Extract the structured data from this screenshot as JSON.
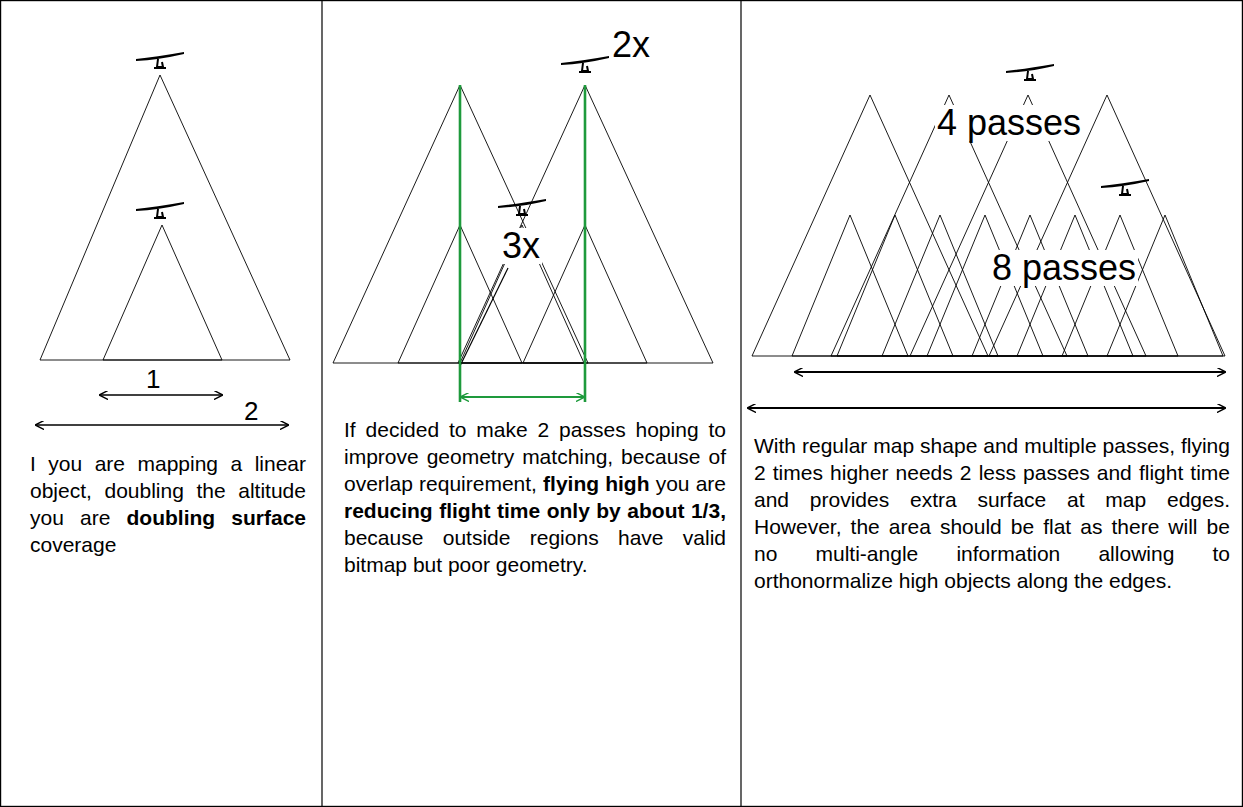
{
  "diagram": {
    "labels": [
      "1",
      "2",
      "2x",
      "3x",
      "4 passes",
      "8 passes",
      "I you are mapping a linear object, doubling the altitude you are doubling surface coverage",
      "If decided to make 2 passes hoping to improve geometry matching, because of overlap requirement, flying high you are reducing flight time only by about 1/3, because outside regions have valid bitmap but poor geometry.",
      "With regular map shape and multiple passes, flying 2 times higher needs 2 less passes and flight time and provides extra surface at map edges. However, the area should be flat as there will be no multi-angle information allowing to orthonormalize high objects along the edges."
    ]
  }
}
